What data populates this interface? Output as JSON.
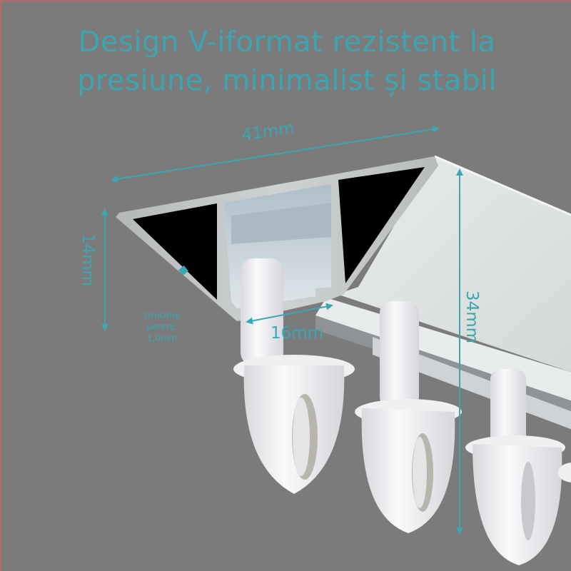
{
  "headline": {
    "line1": "Design V-iformat rezistent la",
    "line2": "presiune, minimalist și stabil"
  },
  "dimensions": {
    "width_top": "41mm",
    "profile_height": "14mm",
    "total_height": "34mm",
    "channel_width": "16mm"
  },
  "wall_thickness_note": {
    "line1": "Grosime",
    "line2": "perete:",
    "line3": "1,0mm"
  },
  "colors": {
    "accent": "#3aa7b3",
    "background": "#7b7b7b",
    "aluminum": "#c9cccd",
    "rail_face": "#dfe3e2",
    "cavity": "#000000",
    "hook": "#f2f2f4"
  },
  "product": {
    "hooks_visible": 4
  }
}
